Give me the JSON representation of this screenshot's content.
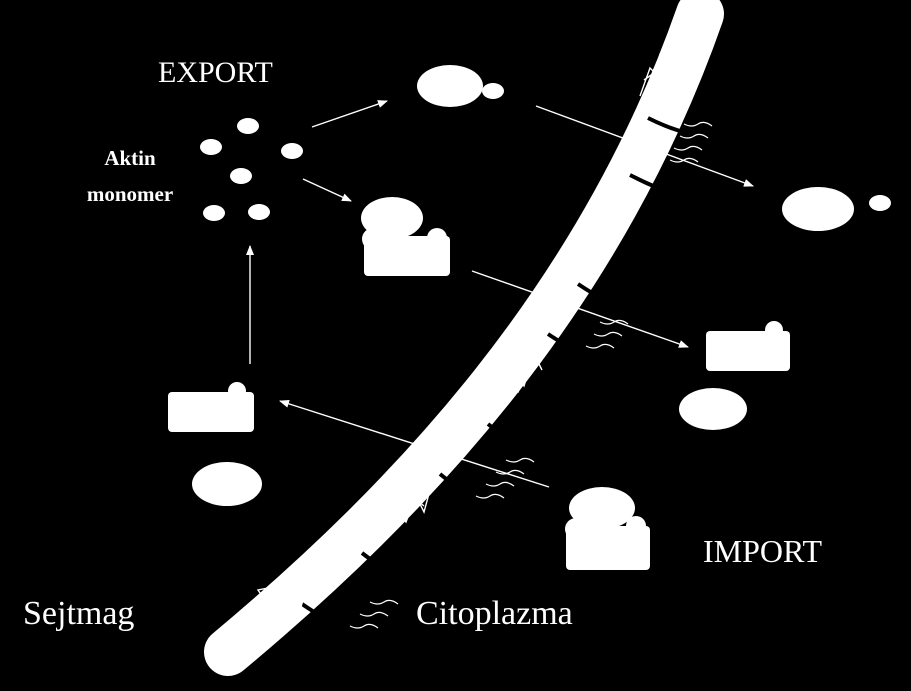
{
  "labels": {
    "export": "EXPORT",
    "import": "IMPORT",
    "aktin": "Aktin",
    "monomer": "monomer",
    "sejtmag": "Sejtmag",
    "citoplazma": "Citoplazma"
  },
  "colors": {
    "background": "#000000",
    "foreground": "#ffffff"
  }
}
